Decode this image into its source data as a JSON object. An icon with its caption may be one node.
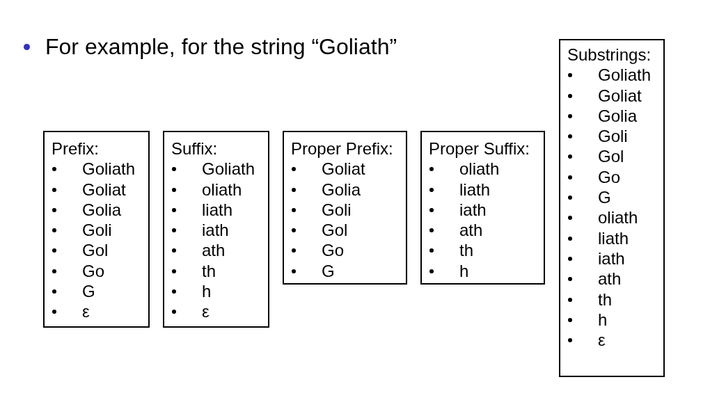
{
  "diagram": {
    "title": "For example, for the string “Goliath”",
    "nodes": [
      {
        "text": [
          "Prefix:",
          "Goliath",
          "Goliat",
          "Golia",
          "Goli",
          "Gol",
          "Go",
          "G",
          "ε"
        ]
      },
      {
        "text": [
          "Suffix:",
          "Goliath",
          "oliath",
          "liath",
          "iath",
          "ath",
          "th",
          "h",
          "ε"
        ]
      },
      {
        "text": [
          "Proper Prefix:",
          "Goliat",
          "Golia",
          "Goli",
          "Gol",
          "Go",
          "G"
        ]
      },
      {
        "text": [
          "Proper Suffix:",
          "oliath",
          "liath",
          "iath",
          "ath",
          "th",
          "h"
        ]
      },
      {
        "text": [
          "Substrings:",
          "Goliath",
          "Goliat",
          "Golia",
          "Goli",
          "Gol",
          "Go",
          "G",
          "oliath",
          "liath",
          "iath",
          "ath",
          "th",
          "h",
          "ε"
        ]
      }
    ]
  }
}
